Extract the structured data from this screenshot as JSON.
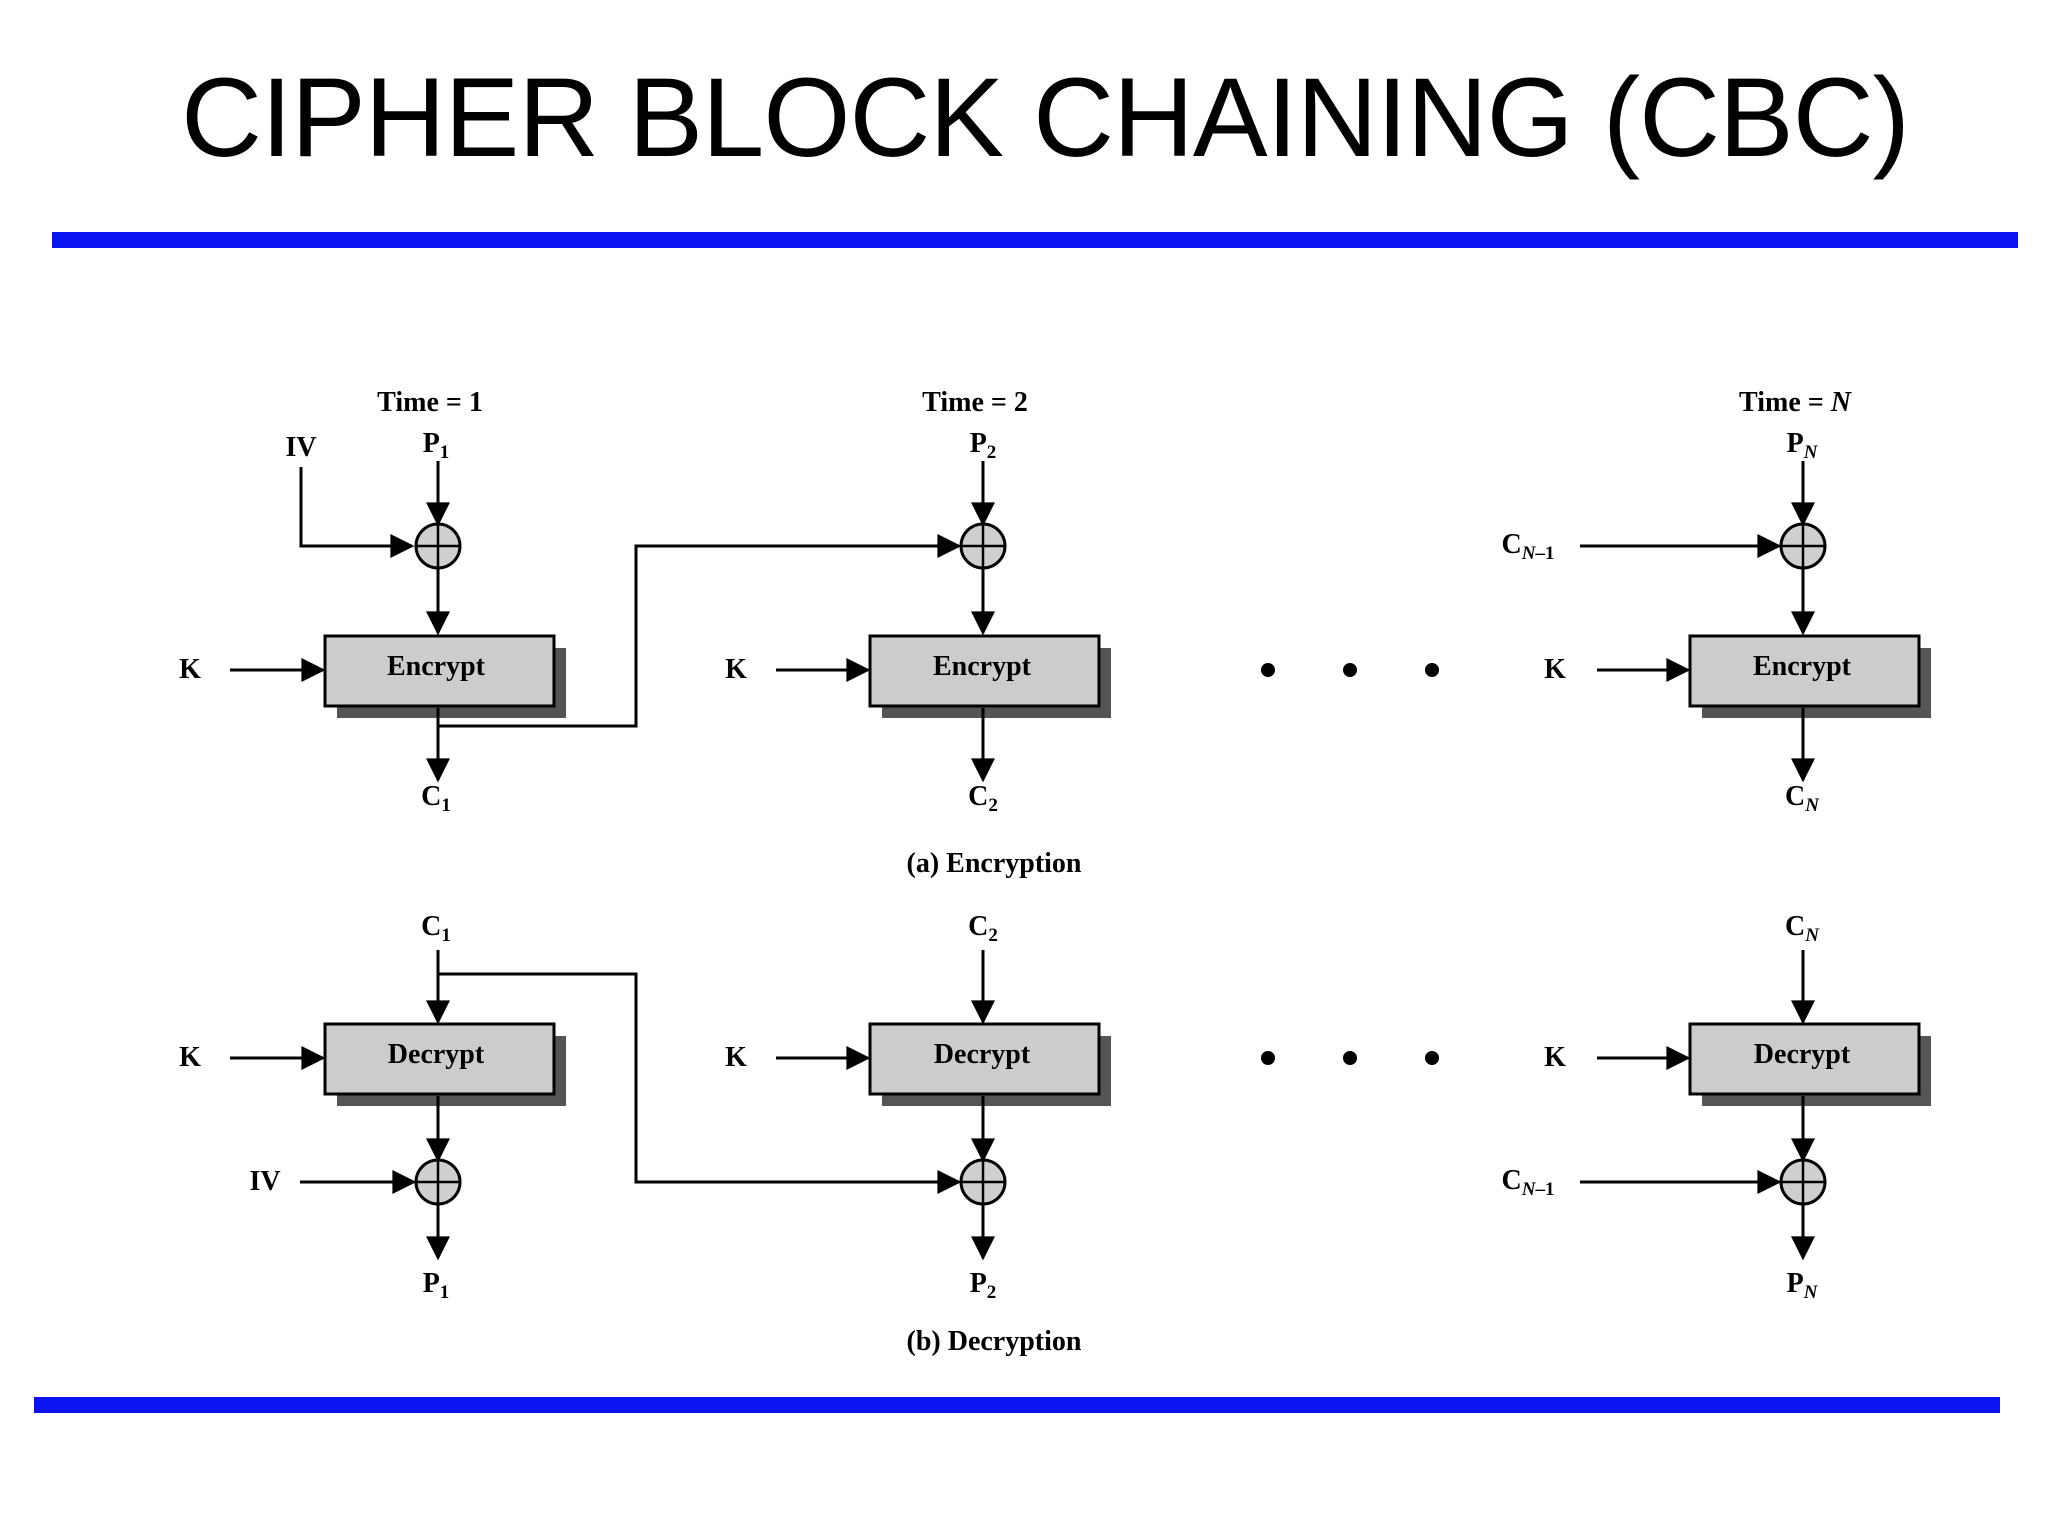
{
  "title": "CIPHER BLOCK CHAINING (CBC)",
  "encryption": {
    "caption": "(a) Encryption",
    "time_labels": [
      "Time = 1",
      "Time = 2",
      "Time = "
    ],
    "time_n_var": "N",
    "iv": "IV",
    "key": "K",
    "block_label": "Encrypt",
    "plaintext": {
      "base": "P",
      "subs": [
        "1",
        "2",
        "N"
      ]
    },
    "ciphertext": {
      "base": "C",
      "subs": [
        "1",
        "2",
        "N"
      ]
    },
    "prev_cipher": {
      "base": "C",
      "sub": "N",
      "sub_suffix": "–1"
    }
  },
  "decryption": {
    "caption": "(b) Decryption",
    "iv": "IV",
    "key": "K",
    "block_label": "Decrypt",
    "ciphertext": {
      "base": "C",
      "subs": [
        "1",
        "2",
        "N"
      ]
    },
    "plaintext": {
      "base": "P",
      "subs": [
        "1",
        "2",
        "N"
      ]
    },
    "prev_cipher": {
      "base": "C",
      "sub": "N",
      "sub_suffix": "–1"
    }
  },
  "colors": {
    "rule": "#0a14f0",
    "block_fill": "#cccccc",
    "block_shadow": "#555555",
    "xor_fill": "#cfcfcf"
  }
}
